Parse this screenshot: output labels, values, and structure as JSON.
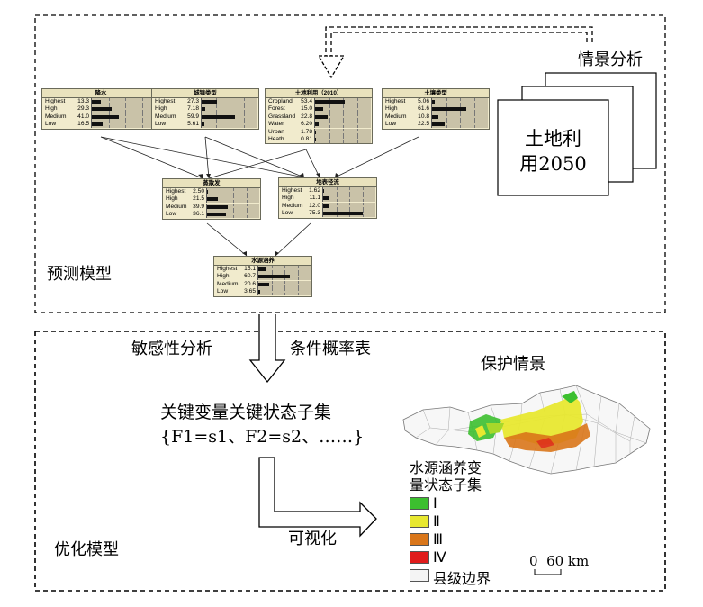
{
  "upper_panel": {
    "label": "预测模型",
    "scenario_label": "情景分析",
    "scenario_card_text_line1": "土地利",
    "scenario_card_text_line2": "用2050"
  },
  "lower_panel": {
    "label": "优化模型",
    "sensitivity_label": "敏感性分析",
    "cpt_label": "条件概率表",
    "subset_title": "关键变量关键状态子集",
    "subset_formula": "{F1=s1、F2=s2、……}",
    "visualize_label": "可视化",
    "map_title": "保护情景",
    "legend_title_line1": "水源涵养变",
    "legend_title_line2": "量状态子集",
    "legend_items": [
      {
        "label": "Ⅰ",
        "color": "#3cbf2f"
      },
      {
        "label": "Ⅱ",
        "color": "#e8e830"
      },
      {
        "label": "Ⅲ",
        "color": "#d9761a"
      },
      {
        "label": "Ⅳ",
        "color": "#e01b1b"
      },
      {
        "label": "县级边界",
        "color": "#f4f4f4"
      }
    ],
    "scale_label": "0  60 km"
  },
  "network": {
    "nodes": {
      "precip": {
        "title": "降水",
        "states": [
          {
            "name": "Highest",
            "value": "13.3",
            "p": 13.3
          },
          {
            "name": "High",
            "value": "29.3",
            "p": 29.3
          },
          {
            "name": "Medium",
            "value": "41.0",
            "p": 41.0
          },
          {
            "name": "Low",
            "value": "16.5",
            "p": 16.5
          }
        ]
      },
      "urban": {
        "title": "城镇类型",
        "states": [
          {
            "name": "Highest",
            "value": "27.3",
            "p": 27.3
          },
          {
            "name": "High",
            "value": "7.18",
            "p": 7.18
          },
          {
            "name": "Medium",
            "value": "59.9",
            "p": 59.9
          },
          {
            "name": "Low",
            "value": "5.61",
            "p": 5.61
          }
        ]
      },
      "landuse": {
        "title": "土地利用（2010）",
        "states": [
          {
            "name": "Cropland",
            "value": "53.4",
            "p": 53.4
          },
          {
            "name": "Forest",
            "value": "15.0",
            "p": 15.0
          },
          {
            "name": "Grassland",
            "value": "22.8",
            "p": 22.8
          },
          {
            "name": "Water",
            "value": "6.20",
            "p": 6.2
          },
          {
            "name": "Urban",
            "value": "1.78",
            "p": 1.78
          },
          {
            "name": "Heath",
            "value": "0.81",
            "p": 0.81
          }
        ]
      },
      "soil": {
        "title": "土壤类型",
        "states": [
          {
            "name": "Highest",
            "value": "5.06",
            "p": 5.06
          },
          {
            "name": "High",
            "value": "61.6",
            "p": 61.6
          },
          {
            "name": "Medium",
            "value": "10.8",
            "p": 10.8
          },
          {
            "name": "Low",
            "value": "22.5",
            "p": 22.5
          }
        ]
      },
      "evap": {
        "title": "蒸散发",
        "states": [
          {
            "name": "Highest",
            "value": "2.50",
            "p": 2.5
          },
          {
            "name": "High",
            "value": "21.5",
            "p": 21.5
          },
          {
            "name": "Medium",
            "value": "39.9",
            "p": 39.9
          },
          {
            "name": "Low",
            "value": "36.1",
            "p": 36.1
          }
        ]
      },
      "runoff": {
        "title": "地表径流",
        "states": [
          {
            "name": "Highest",
            "value": "1.62",
            "p": 1.62
          },
          {
            "name": "High",
            "value": "11.1",
            "p": 11.1
          },
          {
            "name": "Medium",
            "value": "12.0",
            "p": 12.0
          },
          {
            "name": "Low",
            "value": "75.3",
            "p": 75.3
          }
        ]
      },
      "water": {
        "title": "水源涵养",
        "states": [
          {
            "name": "Highest",
            "value": "15.1",
            "p": 15.1
          },
          {
            "name": "High",
            "value": "60.7",
            "p": 60.7
          },
          {
            "name": "Medium",
            "value": "20.6",
            "p": 20.6
          },
          {
            "name": "Low",
            "value": "3.65",
            "p": 3.65
          }
        ]
      }
    }
  }
}
